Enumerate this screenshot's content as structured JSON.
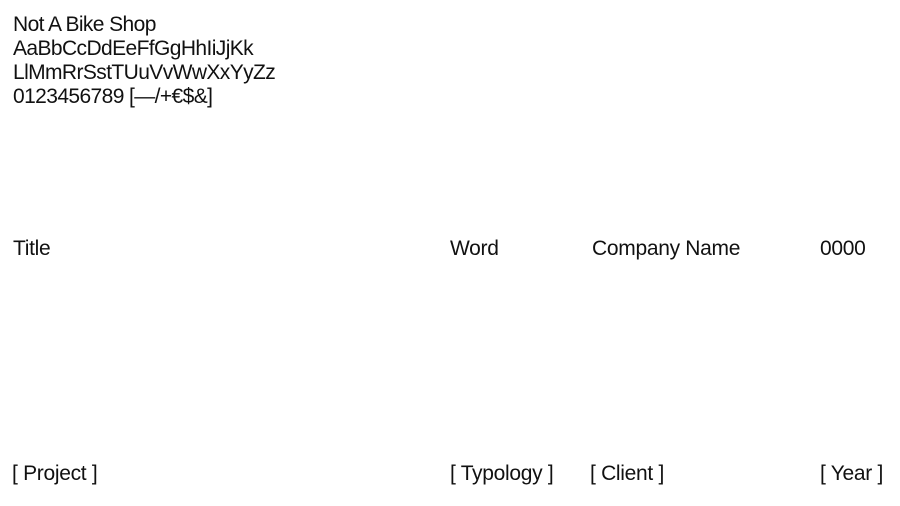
{
  "specimen": {
    "name": "Not A Bike Shop",
    "line1": "AaBbCcDdEeFfGgHhIiJjKk",
    "line2": "LlMmRrSstTUuVvWwXxYyZz",
    "line3": "0123456789 [—/+€$&]"
  },
  "row_one": {
    "title": "Title",
    "word": "Word",
    "company": "Company Name",
    "year": "0000"
  },
  "row_two": {
    "project": "[ Project ]",
    "typology": "[ Typology ]",
    "client": "[ Client ]",
    "year": "[ Year ]"
  }
}
